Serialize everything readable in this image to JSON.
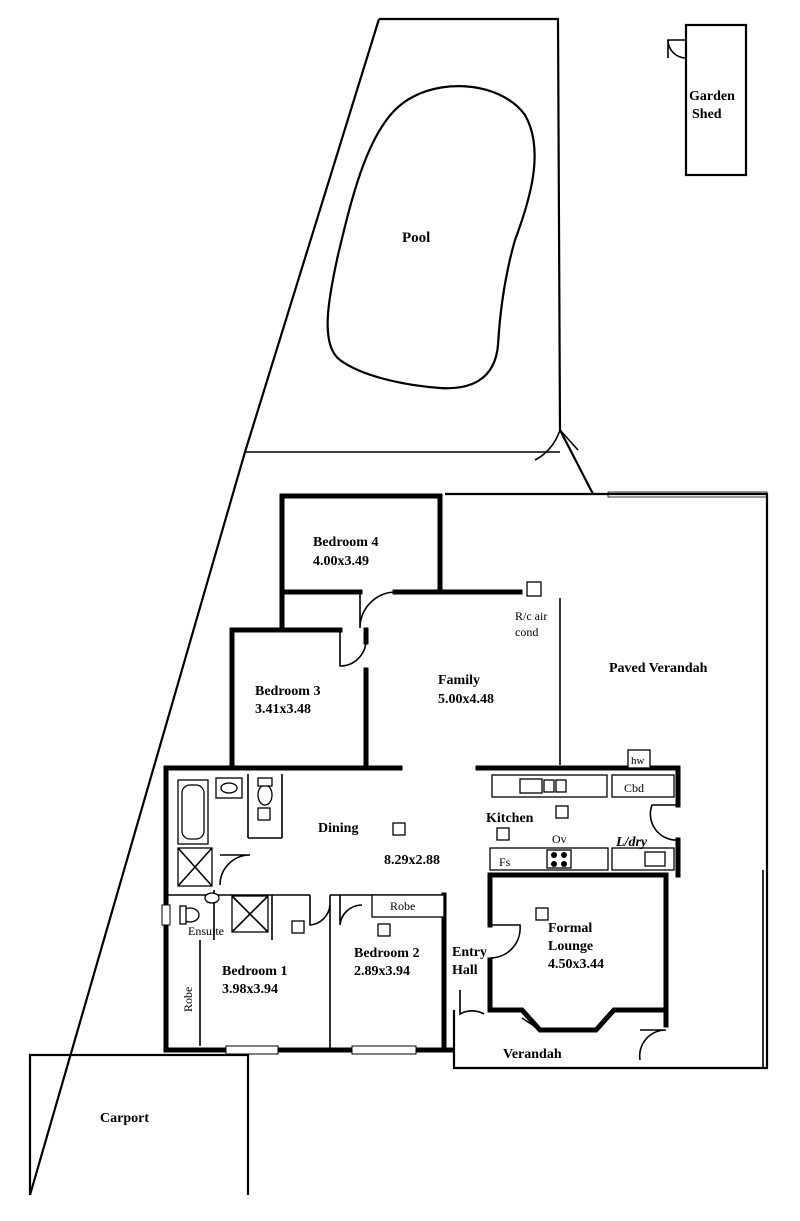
{
  "labels": {
    "garden_shed_1": "Garden",
    "garden_shed_2": "Shed",
    "pool": "Pool",
    "bedroom4": "Bedroom 4",
    "bedroom4_dim": "4.00x3.49",
    "rc_air_1": "R/c air",
    "rc_air_2": "cond",
    "paved_verandah": "Paved Verandah",
    "family": "Family",
    "family_dim": "5.00x4.48",
    "bedroom3": "Bedroom 3",
    "bedroom3_dim": "3.41x3.48",
    "hw": "hw",
    "cbd": "Cbd",
    "dining": "Dining",
    "kitchen": "Kitchen",
    "ov": "Ov",
    "ldry": "L/dry",
    "dining_dim": "8.29x2.88",
    "fs": "Fs",
    "robe_bed2": "Robe",
    "ensuite": "Ensuite",
    "formal_lounge_1": "Formal",
    "formal_lounge_2": "Lounge",
    "formal_lounge_dim": "4.50x3.44",
    "entry_1": "Entry",
    "entry_2": "Hall",
    "bedroom1": "Bedroom 1",
    "bedroom1_dim": "3.98x3.94",
    "bedroom2": "Bedroom 2",
    "bedroom2_dim": "2.89x3.94",
    "robe_bed1": "Robe",
    "verandah": "Verandah",
    "carport": "Carport"
  }
}
